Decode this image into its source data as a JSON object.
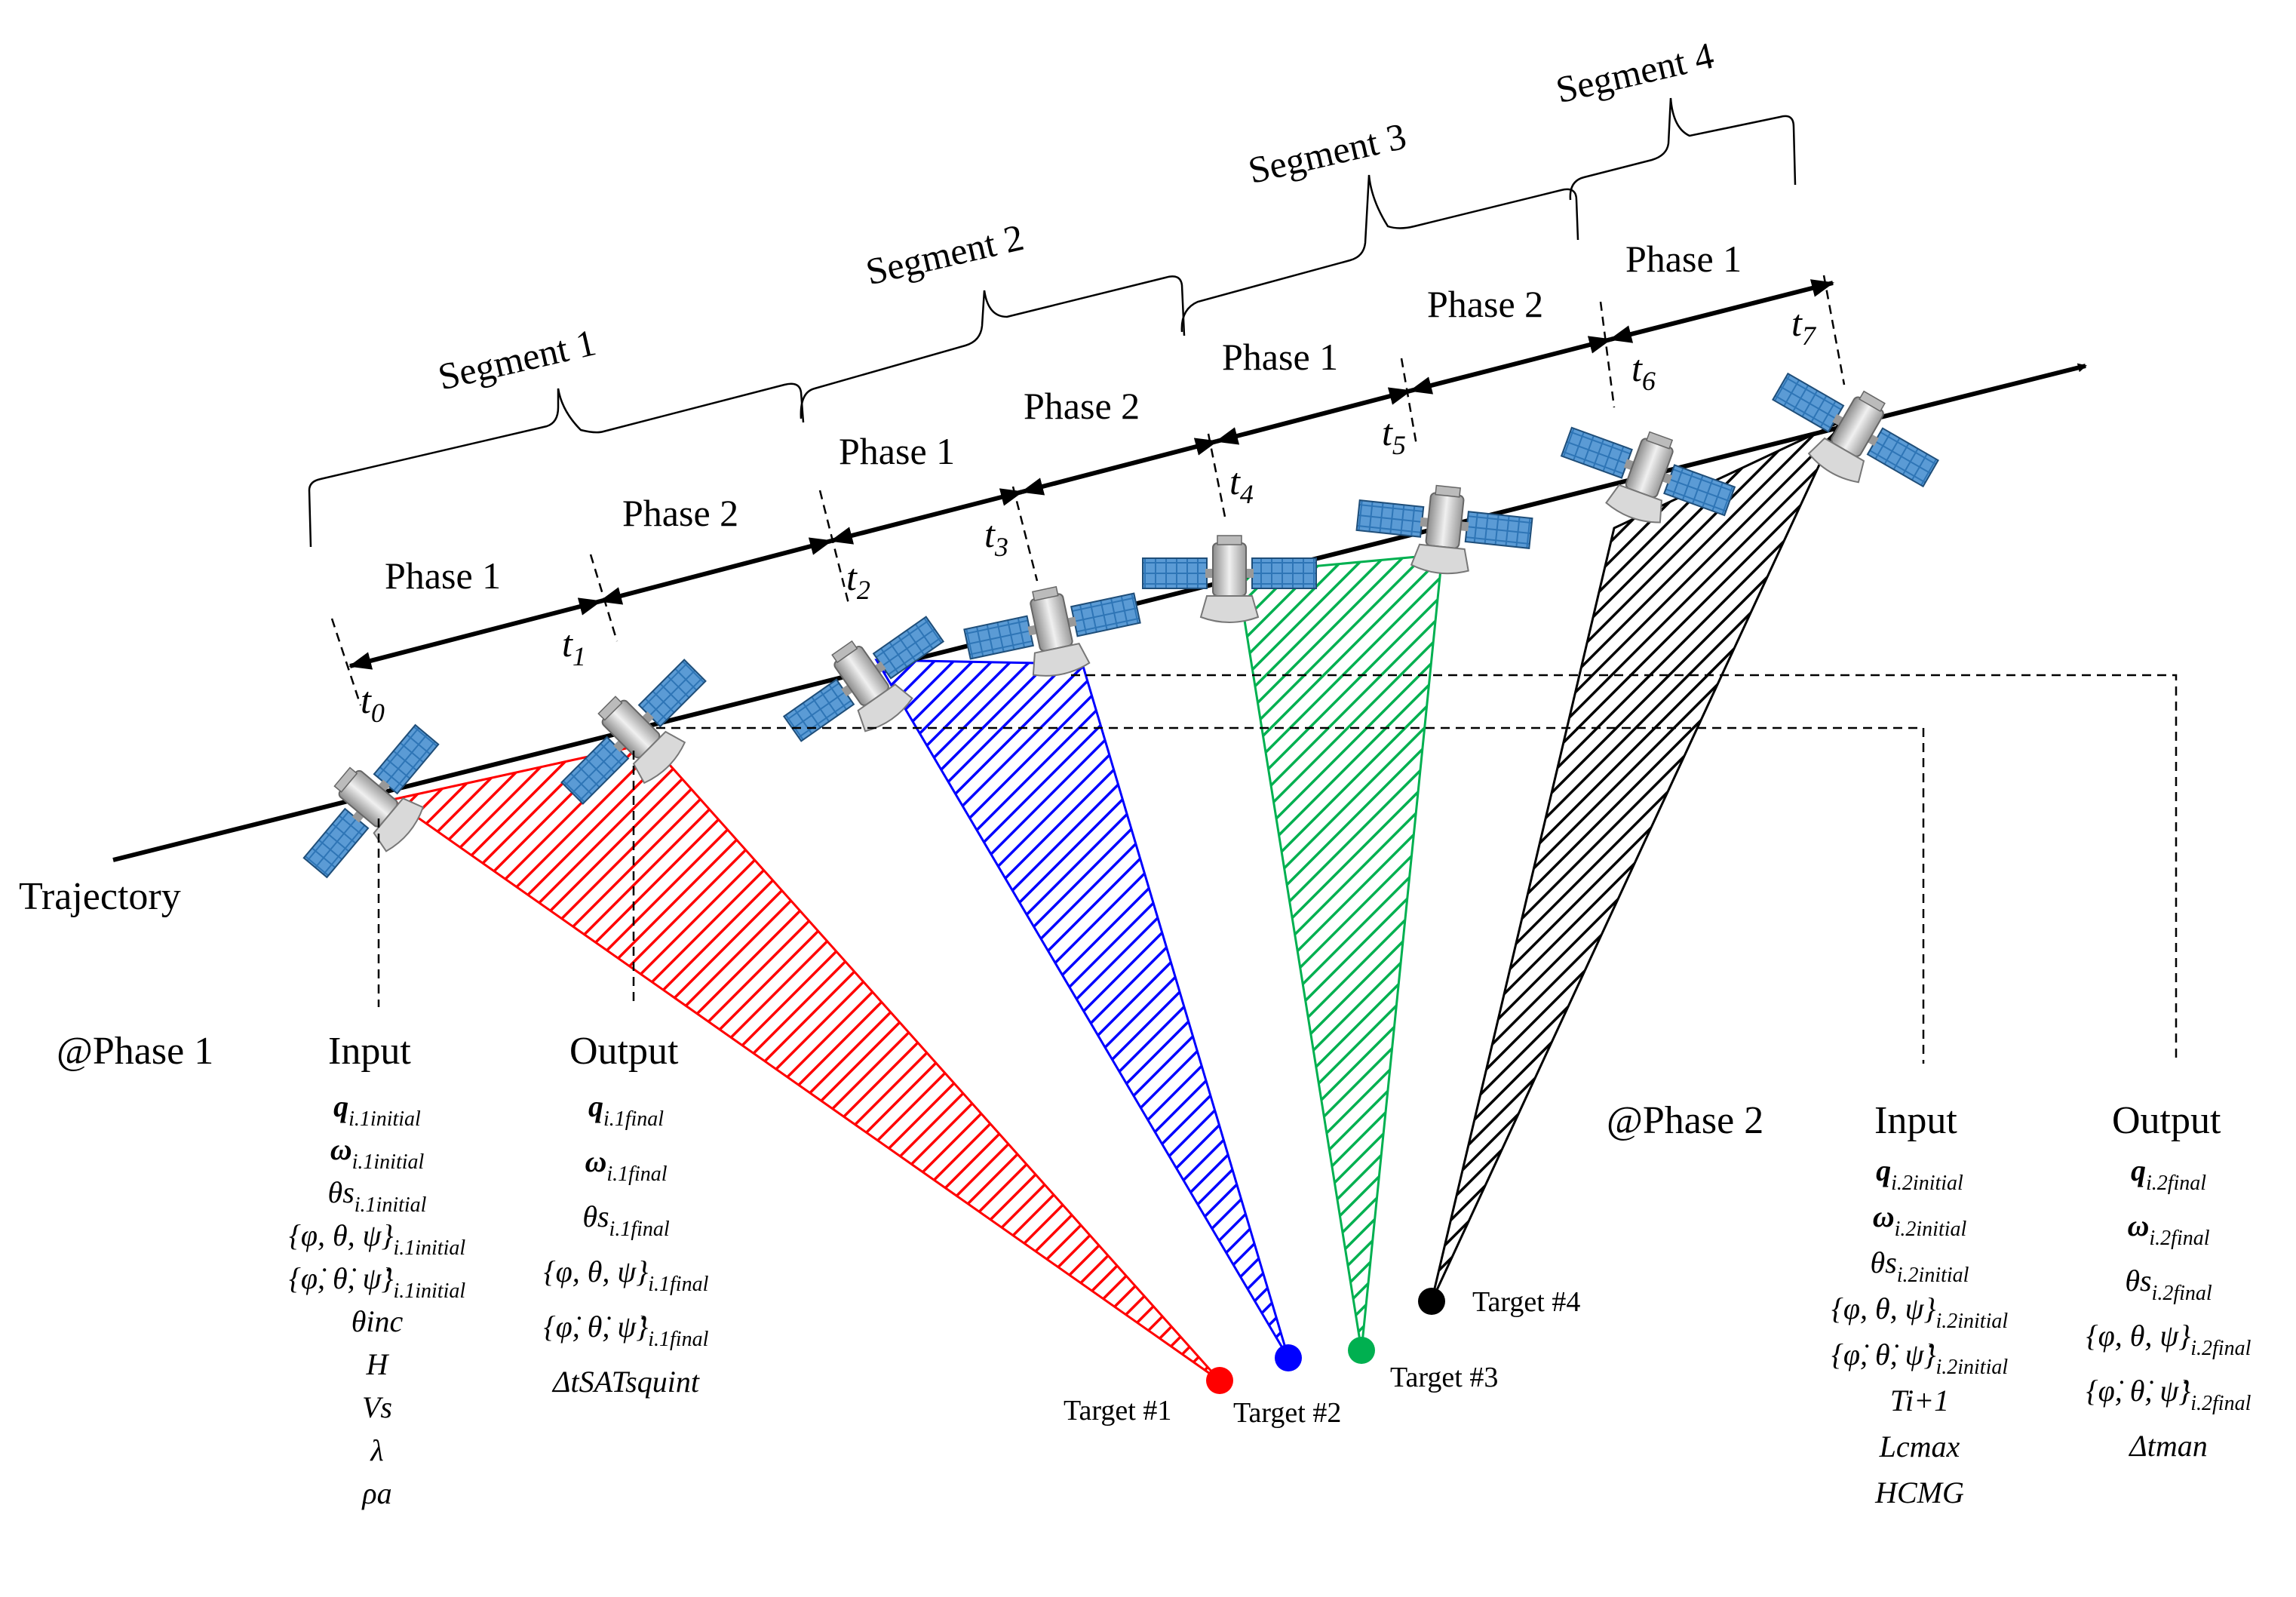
{
  "colors": {
    "target1": "#ff0000",
    "target2": "#0000ff",
    "target3": "#00b050",
    "target4": "#000000",
    "panel": "#2e75b6",
    "body": "#c8c8c8"
  },
  "trajectory_label": "Trajectory",
  "segments": [
    "Segment 1",
    "Segment 2",
    "Segment 3",
    "Segment 4"
  ],
  "phases": [
    "Phase 1",
    "Phase 2",
    "Phase 1",
    "Phase 2",
    "Phase 1",
    "Phase 2",
    "Phase 1"
  ],
  "time_marks": [
    "t",
    "t",
    "t",
    "t",
    "t",
    "t",
    "t",
    "t"
  ],
  "time_subs": [
    "0",
    "1",
    "2",
    "3",
    "4",
    "5",
    "6",
    "7"
  ],
  "targets": [
    "Target #1",
    "Target #2",
    "Target #3",
    "Target #4"
  ],
  "phase1_block": {
    "title": "@Phase 1",
    "input_title": "Input",
    "output_title": "Output",
    "inputs": [
      "q",
      "ω",
      "θs",
      "{φ, θ, ψ}",
      "{φ̇, θ̇, ψ̇}",
      "θinc",
      "H",
      "Vs",
      "λ",
      "ρa"
    ],
    "input_subs": [
      "i.1initial",
      "i.1initial",
      "i.1initial",
      "i.1initial",
      "i.1initial",
      "",
      "",
      "",
      "",
      ""
    ],
    "outputs": [
      "q",
      "ω",
      "θs",
      "{φ, θ, ψ}",
      "{φ̇, θ̇, ψ̇}",
      "ΔtSATsquint"
    ],
    "output_subs": [
      "i.1final",
      "i.1final",
      "i.1final",
      "i.1final",
      "i.1final",
      ""
    ]
  },
  "phase2_block": {
    "title": "@Phase 2",
    "input_title": "Input",
    "output_title": "Output",
    "inputs": [
      "q",
      "ω",
      "θs",
      "{φ, θ, ψ}",
      "{φ̇, θ̇, ψ̇}",
      "Ti+1",
      "Lcmax",
      "HCMG"
    ],
    "input_subs": [
      "i.2initial",
      "i.2initial",
      "i.2initial",
      "i.2initial",
      "i.2initial",
      "",
      "",
      ""
    ],
    "outputs": [
      "q",
      "ω",
      "θs",
      "{φ, θ, ψ}",
      "{φ̇, θ̇, ψ̇}",
      "Δtman"
    ],
    "output_subs": [
      "i.2final",
      "i.2final",
      "i.2final",
      "i.2final",
      "i.2final",
      ""
    ]
  }
}
